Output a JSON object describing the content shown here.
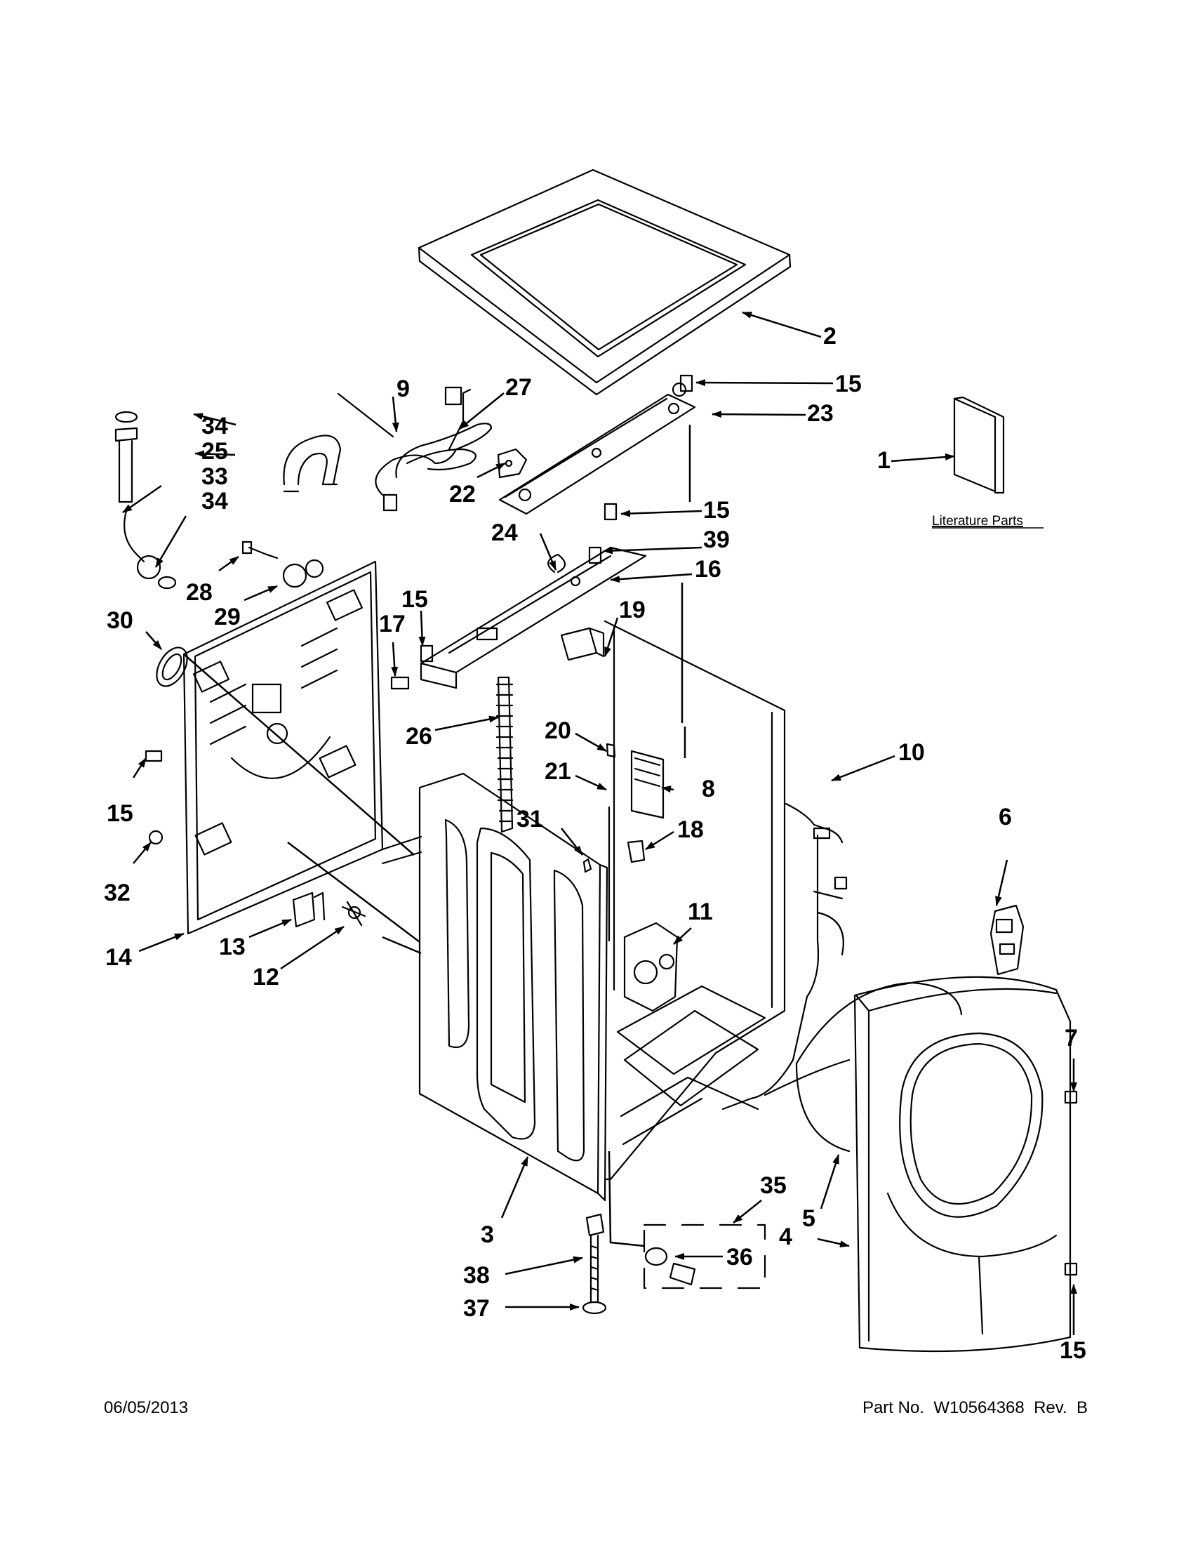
{
  "diagram": {
    "callouts": {
      "c1": "1",
      "c2": "2",
      "c3": "3",
      "c4": "4",
      "c5": "5",
      "c6": "6",
      "c7": "7",
      "c8": "8",
      "c9": "9",
      "c10": "10",
      "c11": "11",
      "c12": "12",
      "c13": "13",
      "c14": "14",
      "c15a": "15",
      "c15b": "15",
      "c15c": "15",
      "c15d": "15",
      "c15e": "15",
      "c16": "16",
      "c17": "17",
      "c18": "18",
      "c19": "19",
      "c20": "20",
      "c21": "21",
      "c22": "22",
      "c23": "23",
      "c24": "24",
      "c25": "25",
      "c26": "26",
      "c27": "27",
      "c28": "28",
      "c29": "29",
      "c30": "30",
      "c31": "31",
      "c32": "32",
      "c33": "33",
      "c34a": "34",
      "c34b": "34",
      "c35": "35",
      "c36": "36",
      "c37": "37",
      "c38": "38",
      "c39": "39"
    },
    "literature_label": "Literature Parts"
  },
  "footer": {
    "date": "06/05/2013",
    "part_number": "Part No.  W10564368  Rev.  B"
  }
}
